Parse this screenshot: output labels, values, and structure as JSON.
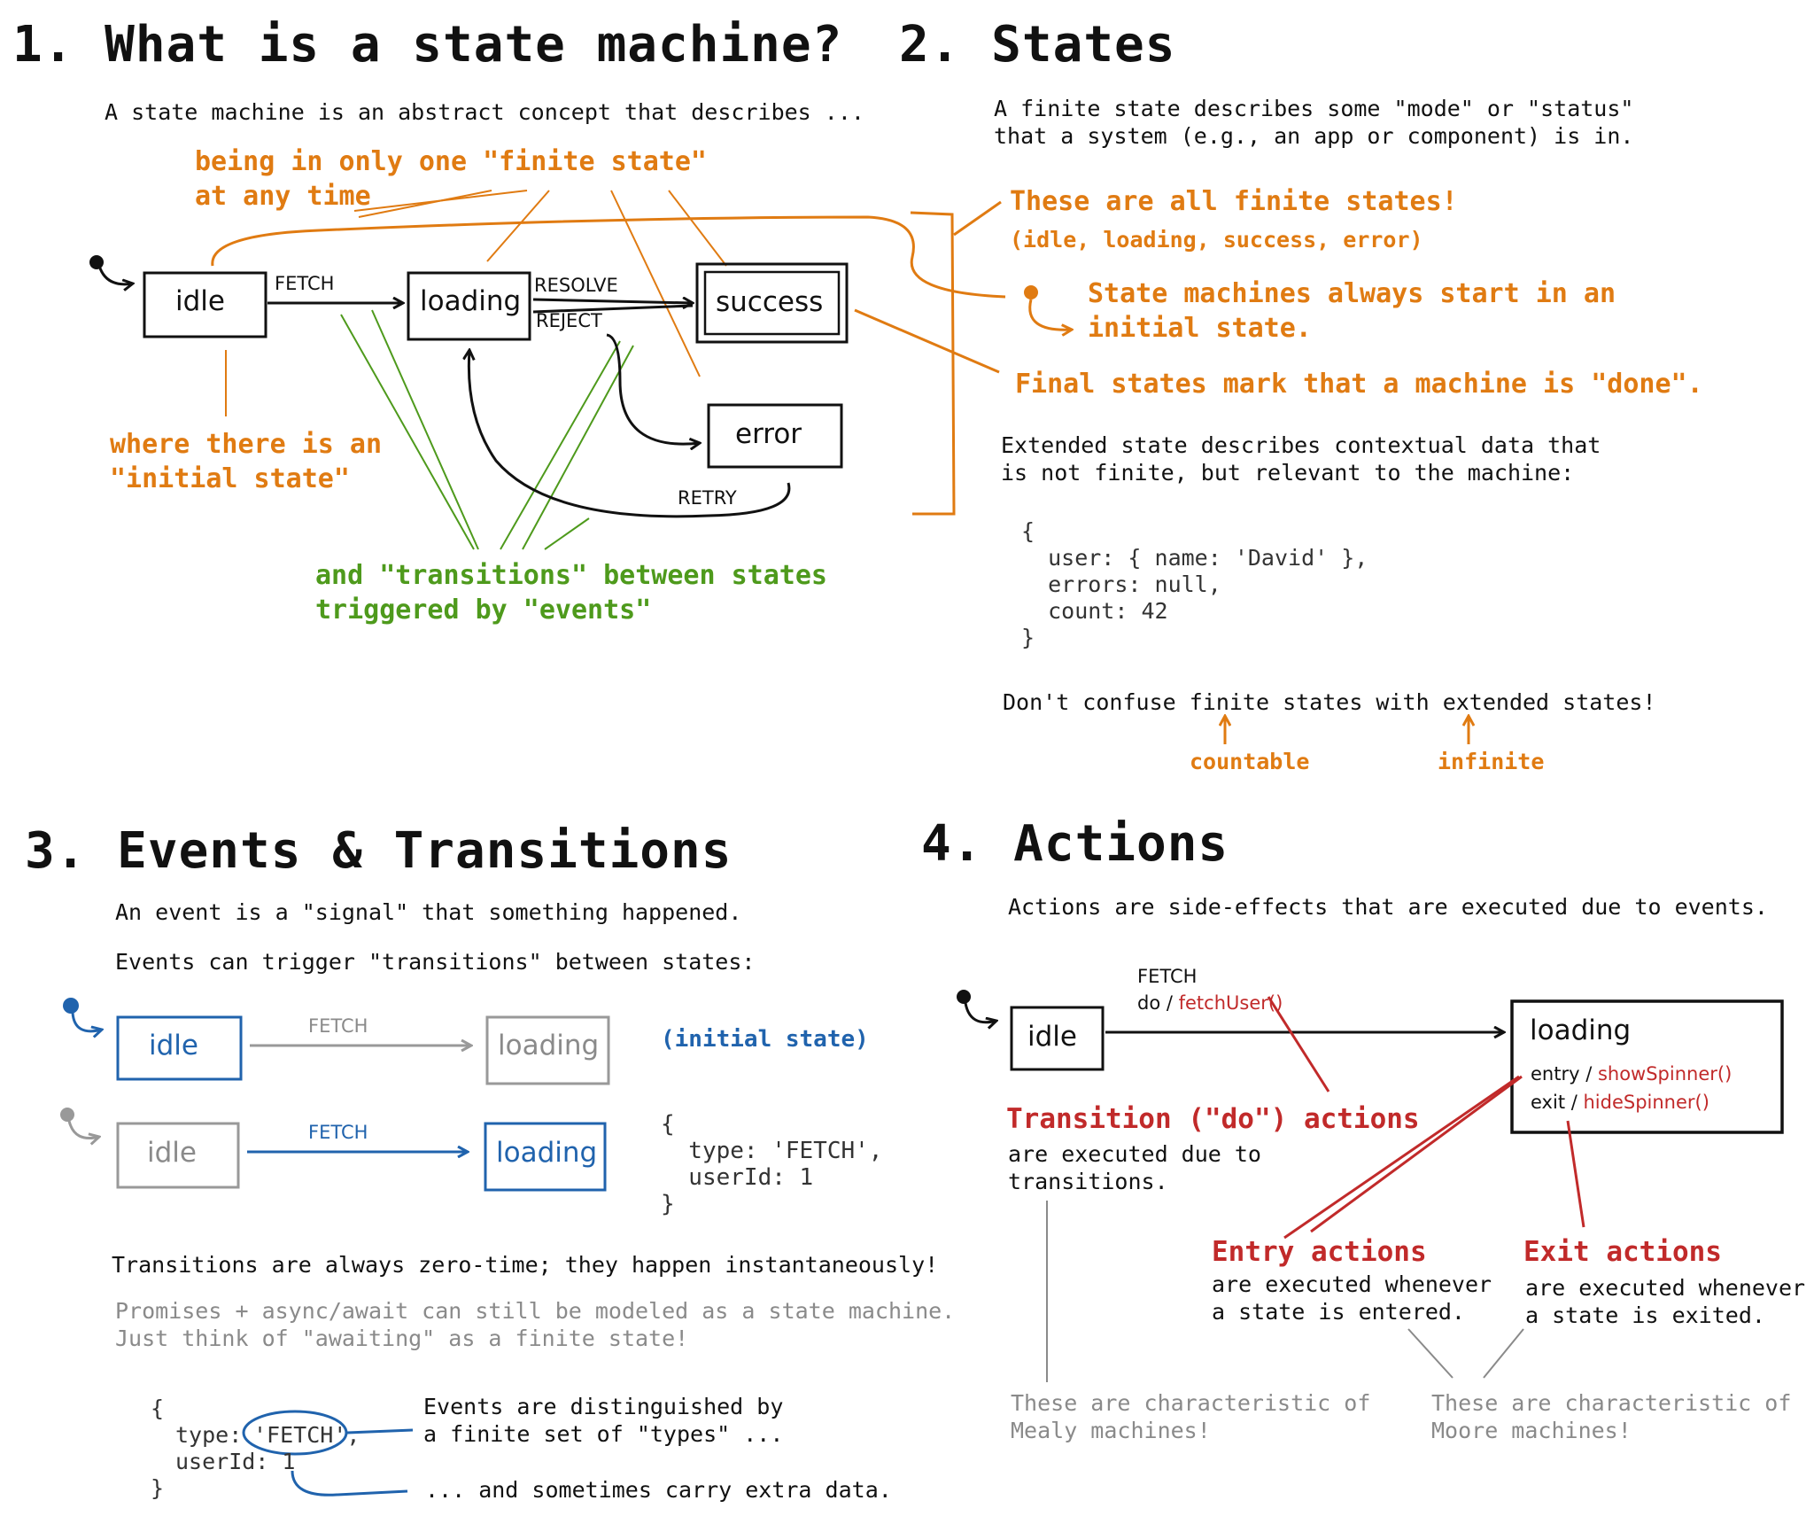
{
  "s1": {
    "title": "1. What is a state machine?",
    "intro": "A state machine is an abstract concept that describes ...",
    "only_one": "being in only one \"finite state\"\nat any time",
    "initial": "where there is an\n\"initial state\"",
    "transitions": "and \"transitions\" between states\ntriggered by \"events\"",
    "states": {
      "idle": "idle",
      "loading": "loading",
      "success": "success",
      "error": "error"
    },
    "events": {
      "fetch": "FETCH",
      "resolve": "RESOLVE",
      "reject": "REJECT",
      "retry": "RETRY"
    }
  },
  "s2": {
    "title": "2. States",
    "intro": "A finite state describes some \"mode\" or \"status\"\nthat a system (e.g., an app or component) is in.",
    "all_finite": "These are all finite states!",
    "all_finite_list": "(idle, loading, success, error)",
    "initial_note": "State machines always start in an\ninitial state.",
    "final_note": "Final states mark that a machine is \"done\".",
    "extended": "Extended state describes contextual data that\nis not finite, but relevant to the machine:",
    "code": "{\n  user: { name: 'David' },\n  errors: null,\n  count: 42\n}",
    "confuse": "Don't confuse finite states with extended states!",
    "countable": "countable",
    "infinite": "infinite"
  },
  "s3": {
    "title": "3. Events & Transitions",
    "line1": "An event is a \"signal\" that something happened.",
    "line2": "Events can trigger \"transitions\" between states:",
    "idle": "idle",
    "loading": "loading",
    "fetch": "FETCH",
    "initial_label": "(initial state)",
    "event_code": "{\n  type: 'FETCH',\n  userId: 1\n}",
    "zero_time": "Transitions are always zero-time; they happen instantaneously!",
    "promises": "Promises + async/await can still be modeled as a state machine.\nJust think of \"awaiting\" as a finite state!",
    "code_open": "{",
    "code_type_key": "type:",
    "code_type_val": "'FETCH',",
    "code_user": "userId: 1",
    "code_close": "}",
    "distinguished": "Events are distinguished by\na finite set of \"types\" ...",
    "extra": "... and sometimes carry extra data."
  },
  "s4": {
    "title": "4. Actions",
    "intro": "Actions are side-effects that are executed due to events.",
    "idle": "idle",
    "loading": "loading",
    "fetch": "FETCH",
    "do_prefix": "do / ",
    "do_action": "fetchUser()",
    "entry_prefix": "entry / ",
    "entry_action": "showSpinner()",
    "exit_prefix": "exit / ",
    "exit_action": "hideSpinner()",
    "transition_title": "Transition (\"do\") actions",
    "transition_desc": "are executed due to\ntransitions.",
    "entry_title": "Entry actions",
    "entry_desc": "are executed whenever\na state is entered.",
    "exit_title": "Exit actions",
    "exit_desc": "are executed whenever\na state is exited.",
    "mealy": "These are characteristic of\nMealy machines!",
    "moore": "These are characteristic of\nMoore machines!"
  },
  "colors": {
    "orange": "#e07b12",
    "green": "#4e9a1c",
    "blue": "#2063ad",
    "red": "#c12a2a",
    "gray": "#8a8a8a"
  }
}
